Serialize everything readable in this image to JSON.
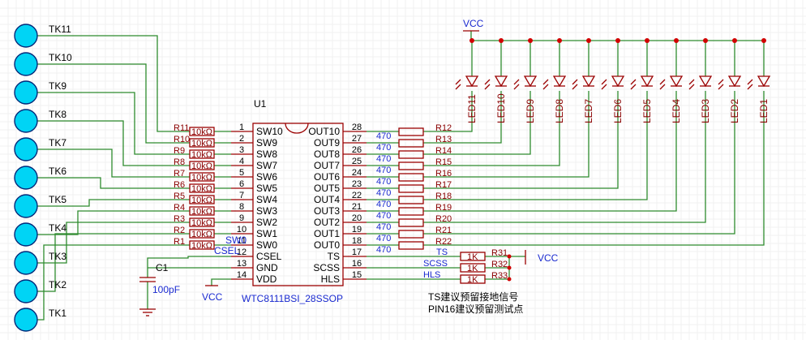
{
  "touch_keys": [
    "TK11",
    "TK10",
    "TK9",
    "TK8",
    "TK7",
    "TK6",
    "TK5",
    "TK4",
    "TK3",
    "TK2",
    "TK1"
  ],
  "input_resistors": {
    "refs": [
      "R11",
      "R10",
      "R9",
      "R8",
      "R7",
      "R6",
      "R5",
      "R4",
      "R3",
      "R2",
      "R1"
    ],
    "value": "10kΩ",
    "sw0_label": "SW0",
    "csel_label": "CSEL"
  },
  "ic": {
    "ref": "U1",
    "part": "WTC8111BSI_28SSOP",
    "left_pins": [
      {
        "num": "1",
        "name": "SW10"
      },
      {
        "num": "2",
        "name": "SW9"
      },
      {
        "num": "3",
        "name": "SW8"
      },
      {
        "num": "4",
        "name": "SW7"
      },
      {
        "num": "5",
        "name": "SW6"
      },
      {
        "num": "6",
        "name": "SW5"
      },
      {
        "num": "7",
        "name": "SW4"
      },
      {
        "num": "8",
        "name": "SW3"
      },
      {
        "num": "9",
        "name": "SW2"
      },
      {
        "num": "10",
        "name": "SW1"
      },
      {
        "num": "11",
        "name": "SW0"
      },
      {
        "num": "12",
        "name": "CSEL"
      },
      {
        "num": "13",
        "name": "GND"
      },
      {
        "num": "14",
        "name": "VDD"
      }
    ],
    "right_pins": [
      {
        "num": "28",
        "name": "OUT10"
      },
      {
        "num": "27",
        "name": "OUT9"
      },
      {
        "num": "26",
        "name": "OUT8"
      },
      {
        "num": "25",
        "name": "OUT7"
      },
      {
        "num": "24",
        "name": "OUT6"
      },
      {
        "num": "23",
        "name": "OUT5"
      },
      {
        "num": "22",
        "name": "OUT4"
      },
      {
        "num": "21",
        "name": "OUT3"
      },
      {
        "num": "20",
        "name": "OUT2"
      },
      {
        "num": "19",
        "name": "OUT1"
      },
      {
        "num": "18",
        "name": "OUT0"
      },
      {
        "num": "17",
        "name": "TS"
      },
      {
        "num": "16",
        "name": "SCSS"
      },
      {
        "num": "15",
        "name": "HLS"
      }
    ]
  },
  "output_resistors": {
    "refs": [
      "R12",
      "R13",
      "R14",
      "R15",
      "R16",
      "R17",
      "R18",
      "R19",
      "R20",
      "R21",
      "R22"
    ],
    "value": "470"
  },
  "pullup_resistors": [
    {
      "ref": "R31",
      "value": "1K",
      "net": "TS"
    },
    {
      "ref": "R32",
      "value": "1K",
      "net": "SCSS"
    },
    {
      "ref": "R33",
      "value": "1K",
      "net": "HLS"
    }
  ],
  "leds": [
    "LED11",
    "LED10",
    "LED9",
    "LED8",
    "LED7",
    "LED6",
    "LED5",
    "LED4",
    "LED3",
    "LED2",
    "LED1"
  ],
  "power": {
    "vcc_top": "VCC",
    "vcc_right": "VCC",
    "vcc_ic": "VCC"
  },
  "capacitor": {
    "ref": "C1",
    "value": "100pF"
  },
  "notes": [
    "TS建议预留接地信号",
    "PIN16建议预留测试点"
  ]
}
